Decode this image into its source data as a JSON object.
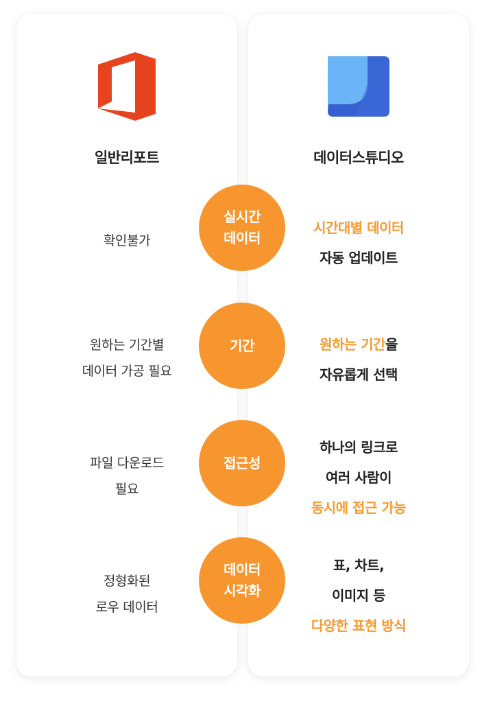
{
  "left": {
    "title": "일반리포트",
    "rows": [
      {
        "lines": [
          "확인불가"
        ]
      },
      {
        "lines": [
          "원하는 기간별",
          "데이터 가공 필요"
        ]
      },
      {
        "lines": [
          "파일 다운로드",
          "필요"
        ]
      },
      {
        "lines": [
          "정형화된",
          "로우 데이터"
        ]
      }
    ]
  },
  "right": {
    "title": "데이터스튜디오",
    "rows": [
      {
        "line1": "시간대별 데이터",
        "line2": "자동 업데이트"
      },
      {
        "line1_hl": "원하는 기간",
        "line1_rest": "을",
        "line2": "자유롭게 선택"
      },
      {
        "line1": "하나의 링크로",
        "line2": "여러 사람이",
        "line3": "동시에 접근 가능"
      },
      {
        "line1": "표, 차트,",
        "line2": "이미지 등",
        "line3": "다양한 표현 방식"
      }
    ]
  },
  "badges": [
    {
      "lines": [
        "실시간",
        "데이터"
      ]
    },
    {
      "lines": [
        "기간"
      ]
    },
    {
      "lines": [
        "접근성"
      ]
    },
    {
      "lines": [
        "데이터",
        "시각화"
      ]
    }
  ],
  "colors": {
    "accent": "#f7962f",
    "office_red": "#e64a19",
    "studio_blue": "#3f6ad8",
    "studio_light": "#6fb7f7"
  },
  "icons": {
    "left": "office-logo-icon",
    "right": "data-studio-logo-icon"
  }
}
